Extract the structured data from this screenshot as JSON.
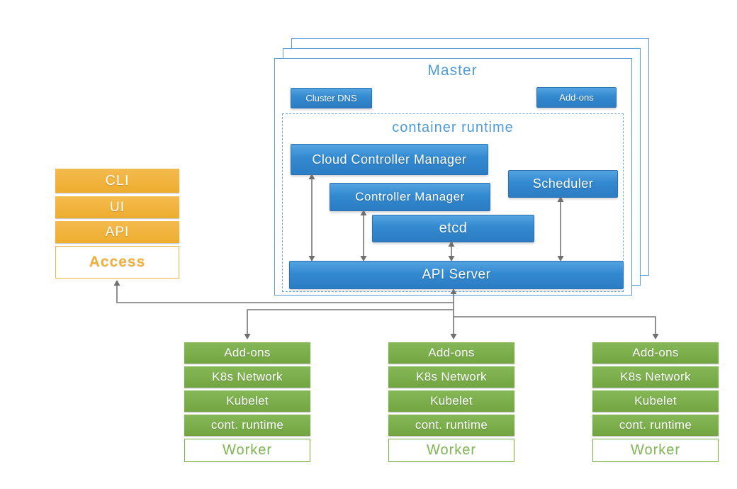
{
  "access": {
    "items": [
      "CLI",
      "UI",
      "API"
    ],
    "label": "Access"
  },
  "master": {
    "title": "Master",
    "cluster_dns_label": "Cluster DNS",
    "addons_label": "Add-ons",
    "container_runtime_title": "container runtime",
    "components": [
      {
        "id": "cloud-controller-manager",
        "label": "Cloud Controller Manager"
      },
      {
        "id": "controller-manager",
        "label": "Controller Manager"
      },
      {
        "id": "scheduler",
        "label": "Scheduler"
      },
      {
        "id": "etcd",
        "label": "etcd"
      },
      {
        "id": "api-server",
        "label": "API Server"
      }
    ]
  },
  "workers": [
    {
      "rows": [
        "Add-ons",
        "K8s Network",
        "Kubelet",
        "cont. runtime"
      ],
      "label": "Worker"
    },
    {
      "rows": [
        "Add-ons",
        "K8s Network",
        "Kubelet",
        "cont. runtime"
      ],
      "label": "Worker"
    },
    {
      "rows": [
        "Add-ons",
        "K8s Network",
        "Kubelet",
        "cont. runtime"
      ],
      "label": "Worker"
    }
  ],
  "colors": {
    "blue_accent": "#4f9cd8",
    "blue_box_top": "#54a4e1",
    "blue_box_bottom": "#2c7cc3",
    "orange": "#f1b33c",
    "green": "#7bad4b",
    "connector_gray": "#757575"
  }
}
